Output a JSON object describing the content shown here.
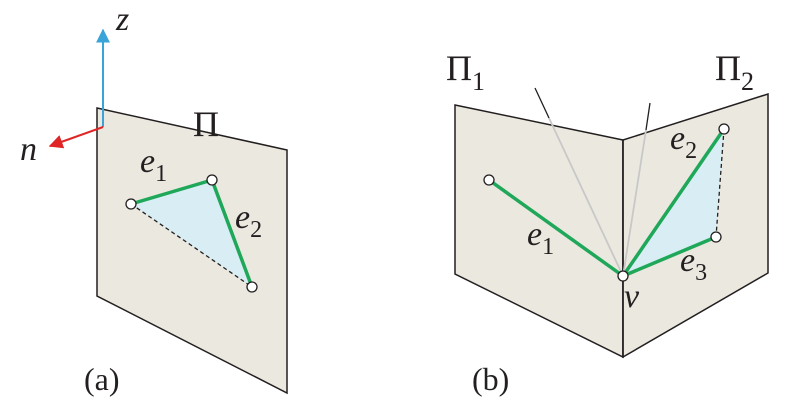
{
  "panel_a": {
    "caption": "(a)",
    "plane_label": "Π",
    "axis_z_label": "z",
    "normal_label": "n",
    "edge_1": {
      "base": "e",
      "sub": "1"
    },
    "edge_2": {
      "base": "e",
      "sub": "2"
    }
  },
  "panel_b": {
    "caption": "(b)",
    "plane_1": {
      "base": "Π",
      "sub": "1"
    },
    "plane_2": {
      "base": "Π",
      "sub": "2"
    },
    "vertex_label": "v",
    "edge_1": {
      "base": "e",
      "sub": "1"
    },
    "edge_2": {
      "base": "e",
      "sub": "2"
    },
    "edge_3": {
      "base": "e",
      "sub": "3"
    }
  },
  "colors": {
    "plane_fill": "#ebe8df",
    "outline": "#231f20",
    "edge_green": "#1fa75a",
    "triangle_fill": "#d8eef4",
    "axis_blue": "#3aa3d8",
    "normal_red": "#e02526",
    "ray_gray": "#c8c8c8",
    "vertex_fill": "#ffffff"
  }
}
